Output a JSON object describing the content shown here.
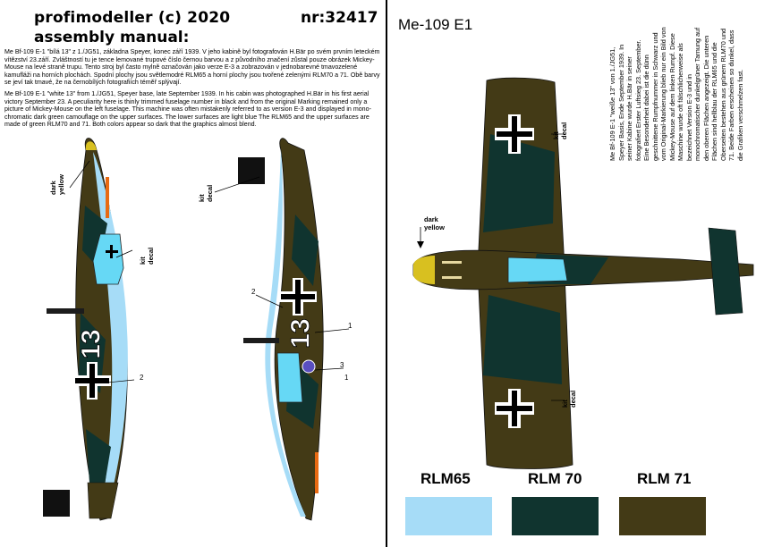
{
  "header": {
    "brand": "profimodeller (c) 2020",
    "kit_number": "nr:32417",
    "subtitle": "assembly manual:"
  },
  "text": {
    "czech": "Me Bf-109 E-1 \"bílá 13\" z 1./JG51, základna Speyer, konec září 1939. V jeho kabině byl fotografován H.Bär po svém prvním leteckém vítězství 23.září. Zvláštností tu je tence lemované trupové číslo černou barvou a z původního značení zůstal pouze obrázek Mickey-Mouse na levé straně trupu. Tento stroj byl často mylně označován jako verze E-3 a zobrazován v jednobarevné tmavozelené kamufláži na horních plochách. Spodní plochy jsou světlemodré RLM65 a horní plochy jsou tvořené zelenými RLM70 a 71. Obě barvy se jeví tak tmavé, že na černobílých fotografiích téměř splývají.",
    "english": "Me Bf-109 E-1 \"white 13\" from 1./JG51, Speyer base, late September 1939. In his cabin was photographed H.Bär in his first aerial victory September 23. A peculiarity here is thinly trimmed fuselage number in black and from the original Marking remained only a picture of Mickey-Mouse on the left fuselage. This machine was often mistakenly referred to as version E-3 and displayed in mono-chromatic dark green camouflage on the upper surfaces. The lower surfaces are light blue The RLM65 and the upper surfaces are made of green RLM70 and 71. Both colors appear so dark that the graphics almost blend.",
    "german": "Me Bf-109 E-1 \"weiße 13\" von 1./JG51, Speyer Basis, Ende September 1939. In seiner Kabine wurde H.Bär in seiner fotografiert Erster Luftsieg 23. September. Eine Besonderheit dabei ist die dünn geschnittene Rumpfnummer in Schwarz und vom Original-Markierung blieb nur ein Bild von Mickey-Mouse auf dem linken Rumpf. Diese Maschine wurde oft fälschlicherweise als bezeichnet Version E-3 und in monochromatischer dunkelgrüner Tarnung auf den oberen Flächen angezeigt. Die unteren Flächen sind hellblau der RLM65 und die Oberseiten bestehen aus grünem RLM70 und 71. Beide Farben erscheinen so dunkel, dass die Grafiken verschmelzen fast."
  },
  "callouts": {
    "dark_yellow": "dark\nyellow",
    "kit_decal": "kit\ndecal",
    "num1": "1",
    "num2": "2",
    "num3": "3",
    "fuselage_number": "13"
  },
  "right_page": {
    "title": "Me-109 E1"
  },
  "colors": {
    "rlm65": "#a6dcf7",
    "rlm70": "#10342f",
    "rlm71": "#433a16",
    "canopy": "#66d8f5"
  },
  "swatches": [
    {
      "label": "RLM65",
      "color": "#a6dcf7"
    },
    {
      "label": "RLM 70",
      "color": "#10342f"
    },
    {
      "label": "RLM 71",
      "color": "#433a16"
    }
  ]
}
